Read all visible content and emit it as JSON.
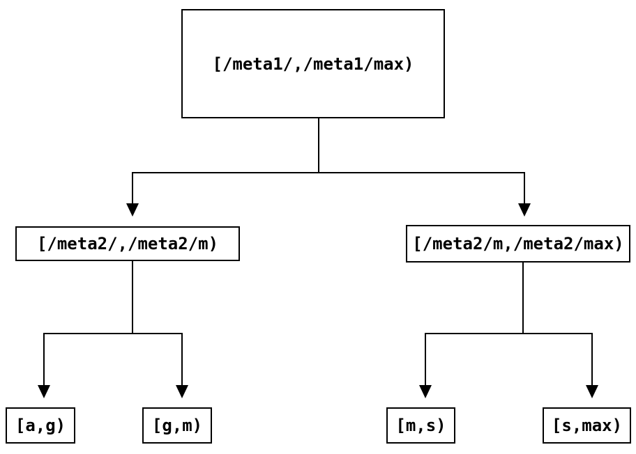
{
  "diagram": {
    "type": "tree",
    "background": "#ffffff",
    "line_color": "#000000",
    "nodes": {
      "root": {
        "label": "[/meta1/,/meta1/max)"
      },
      "left": {
        "label": "[/meta2/,/meta2/m)"
      },
      "right": {
        "label": "[/meta2/m,/meta2/max)"
      },
      "leaf_ag": {
        "label": "[a,g)"
      },
      "leaf_gm": {
        "label": "[g,m)"
      },
      "leaf_ms": {
        "label": "[m,s)"
      },
      "leaf_smax": {
        "label": "[s,max)"
      }
    },
    "edges": [
      {
        "from": "root",
        "to": "left"
      },
      {
        "from": "root",
        "to": "right"
      },
      {
        "from": "left",
        "to": "leaf_ag"
      },
      {
        "from": "left",
        "to": "leaf_gm"
      },
      {
        "from": "right",
        "to": "leaf_ms"
      },
      {
        "from": "right",
        "to": "leaf_smax"
      }
    ]
  }
}
